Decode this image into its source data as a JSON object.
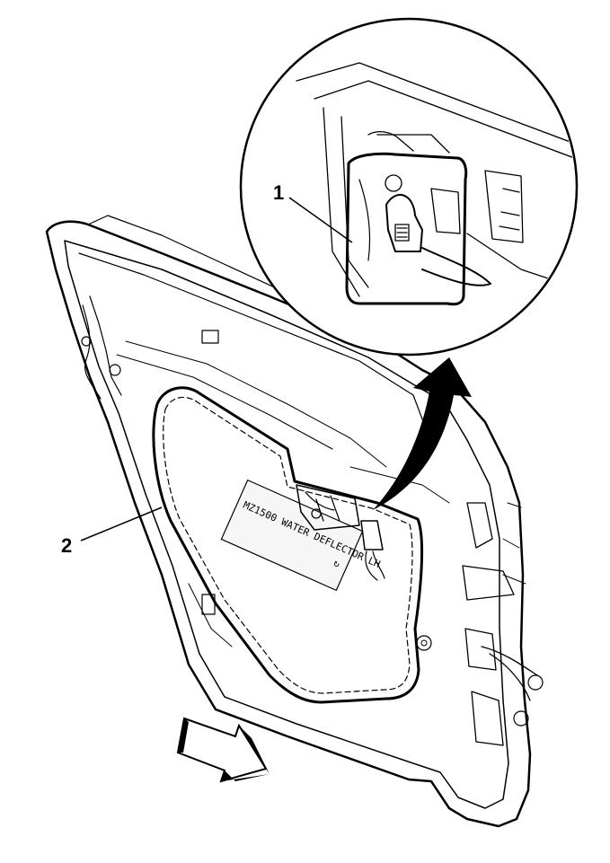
{
  "callouts": {
    "detail_part": "1",
    "panel_part": "2"
  },
  "panel_label": {
    "line1": "MZ1500 WATER DEFLECTOR LH",
    "mark": "↻"
  },
  "colors": {
    "ink": "#000000",
    "background": "#ffffff",
    "fill_light": "#f2f2f2",
    "arrow_fill": "#000000"
  }
}
